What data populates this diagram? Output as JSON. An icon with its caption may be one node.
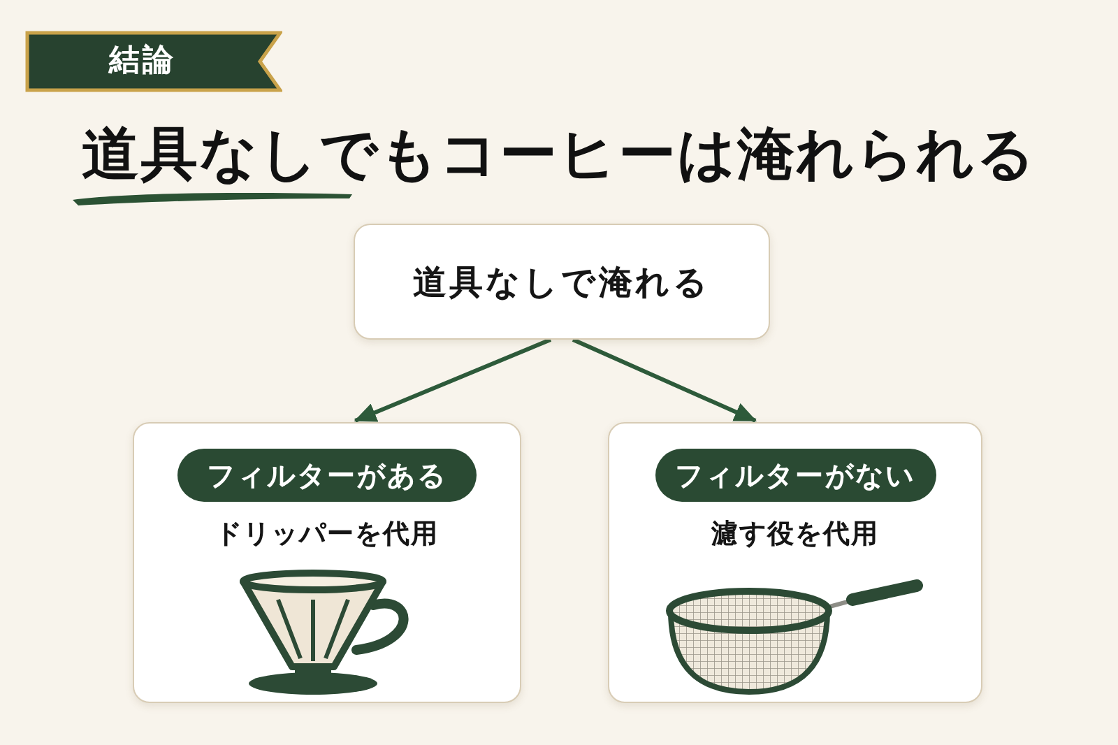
{
  "diagram": {
    "title": "道具なしでもコーヒーは淹れられる",
    "nodes": [
      {
        "text": [
          "結論"
        ]
      },
      {
        "text": [
          "道具なしで淹れる"
        ]
      },
      {
        "text": [
          "ドリッパーを代用"
        ]
      },
      {
        "text": [
          "フィルターがある"
        ],
        "in": 2
      },
      {
        "text": [
          "濾す役を代用"
        ]
      },
      {
        "text": [
          "フィルターがない"
        ],
        "in": 4
      }
    ],
    "edges": [
      {
        "from": 1,
        "to": 2,
        "arrow": "to"
      },
      {
        "from": 1,
        "to": 4,
        "arrow": "to"
      }
    ]
  }
}
